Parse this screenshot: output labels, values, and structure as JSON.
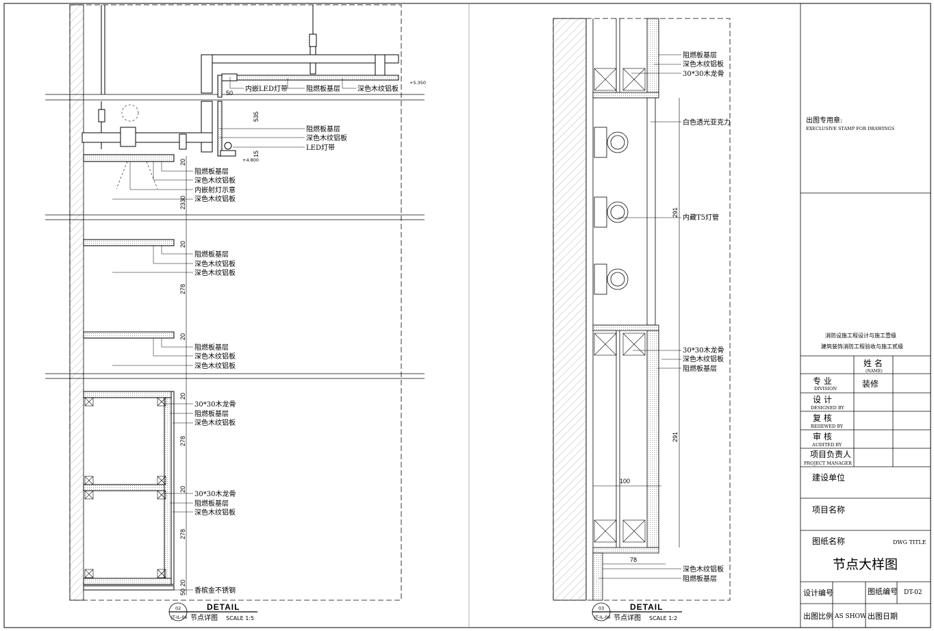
{
  "detail_02": {
    "number": "02",
    "ref": "JT-IL-06",
    "title_en": "DETAIL",
    "title_cn": "节点详图",
    "scale": "SCALE 1:5",
    "elevation_top": "+5.350",
    "elevation_low": "+4.800",
    "dims": [
      "50",
      "535",
      "15",
      "20",
      "2330",
      "20",
      "278",
      "20",
      "20",
      "278",
      "20",
      "278",
      "20",
      "50"
    ],
    "labels": {
      "led_strip_embedded": "内嵌LED灯带",
      "fr_base": "阻燃板基层",
      "dark_wood_al": "深色木纹铝板",
      "led_strip": "LED灯带",
      "downlight": "内嵌射灯示意",
      "wood_keel": "30*30木龙骨",
      "champagne_ss": "香槟金不锈钢"
    }
  },
  "detail_03": {
    "number": "03",
    "ref": "JT-IL-06",
    "title_en": "DETAIL",
    "title_cn": "节点详图",
    "scale": "SCALE 1:2",
    "dims": [
      "291",
      "291",
      "100",
      "78"
    ],
    "labels": {
      "fr_base": "阻燃板基层",
      "dark_wood_al": "深色木纹铝板",
      "wood_keel": "30*30木龙骨",
      "acrylic": "白色透光亚克力",
      "t5_tube": "内藏T5灯管"
    }
  },
  "title_block": {
    "stamp_cn": "出图专用章:",
    "stamp_en": "EXECLUSIVE STAMP FOR DRAWINGS",
    "qual_1": "消防设施工程设计与施工壹级",
    "qual_2": "建筑装饰消防工程验收与施工贰级",
    "name_cn": "姓 名",
    "name_en": "(NAME)",
    "division_cn": "专 业",
    "division_en": "DIVISION",
    "division_value": "装修",
    "designed_cn": "设 计",
    "designed_en": "DESIGNED BY",
    "reviewed_cn": "复 核",
    "reviewed_en": "REIIEWED BY",
    "audited_cn": "审 核",
    "audited_en": "AUDITED BY",
    "pm_cn": "项目负责人",
    "pm_en": "PROJECT MANAGER",
    "client": "建设单位",
    "project": "项目名称",
    "dwg_title_cn": "图纸名称",
    "dwg_title_en": "DWG TITLE",
    "dwg_title_value": "节点大样图",
    "design_no": "设计编号",
    "dwg_no_label": "图纸编号",
    "dwg_no_value": "DT-02",
    "scale_label": "出图比例",
    "scale_value": "AS SHOW",
    "date_label": "出图日期"
  }
}
